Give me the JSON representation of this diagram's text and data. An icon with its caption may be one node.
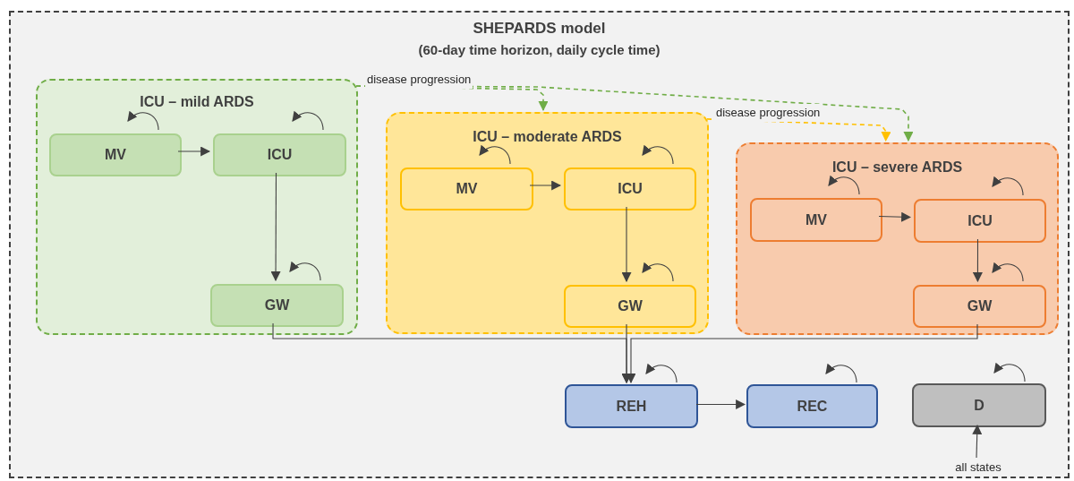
{
  "diagram": {
    "nodes": [
      {
        "text": [
          "SHEPARDS model",
          "(60-day time horizon, daily cycle time)"
        ]
      },
      {
        "text": [
          "ICU – mild ARDS"
        ],
        "in": 0
      },
      {
        "text": [
          "MV"
        ],
        "in": 1
      },
      {
        "text": [
          "ICU"
        ],
        "in": 1
      },
      {
        "text": [
          "GW"
        ],
        "in": 1
      },
      {
        "text": [
          "ICU – moderate ARDS"
        ],
        "in": 0
      },
      {
        "text": [
          "MV"
        ],
        "in": 5
      },
      {
        "text": [
          "ICU"
        ],
        "in": 5
      },
      {
        "text": [
          "GW"
        ],
        "in": 5
      },
      {
        "text": [
          "ICU – severe ARDS"
        ],
        "in": 0
      },
      {
        "text": [
          "MV"
        ],
        "in": 9
      },
      {
        "text": [
          "ICU"
        ],
        "in": 9
      },
      {
        "text": [
          "GW"
        ],
        "in": 9
      },
      {
        "text": [
          "REH"
        ],
        "in": 0
      },
      {
        "text": [
          "REC"
        ],
        "in": 0
      },
      {
        "text": [
          "D"
        ],
        "in": 0
      },
      {
        "text": [
          "all states"
        ],
        "in": 0
      }
    ],
    "edges": [
      {
        "from": 2,
        "to": 3,
        "arrow": "to"
      },
      {
        "from": 3,
        "to": 4,
        "arrow": "to"
      },
      {
        "from": 6,
        "to": 7,
        "arrow": "to"
      },
      {
        "from": 7,
        "to": 8,
        "arrow": "to"
      },
      {
        "from": 10,
        "to": 11,
        "arrow": "to"
      },
      {
        "from": 11,
        "to": 12,
        "arrow": "to"
      },
      {
        "from": 4,
        "to": 13,
        "arrow": "to"
      },
      {
        "from": 8,
        "to": 13,
        "arrow": "to"
      },
      {
        "from": 12,
        "to": 13,
        "arrow": "to"
      },
      {
        "from": 13,
        "to": 14,
        "arrow": "to"
      },
      {
        "from": 16,
        "to": 15,
        "arrow": "to"
      },
      {
        "from": 1,
        "to": 5,
        "arrow": "to",
        "label": "disease progression",
        "style": "dashed",
        "color": "#70ad47"
      },
      {
        "from": 1,
        "to": 9,
        "arrow": "to",
        "style": "dashed",
        "color": "#70ad47"
      },
      {
        "from": 5,
        "to": 9,
        "arrow": "to",
        "label": "disease progression",
        "style": "dashed",
        "color": "#ffc000"
      },
      {
        "from": 2,
        "to": 2,
        "arrow": "to"
      },
      {
        "from": 3,
        "to": 3,
        "arrow": "to"
      },
      {
        "from": 4,
        "to": 4,
        "arrow": "to"
      },
      {
        "from": 6,
        "to": 6,
        "arrow": "to"
      },
      {
        "from": 7,
        "to": 7,
        "arrow": "to"
      },
      {
        "from": 8,
        "to": 8,
        "arrow": "to"
      },
      {
        "from": 10,
        "to": 10,
        "arrow": "to"
      },
      {
        "from": 11,
        "to": 11,
        "arrow": "to"
      },
      {
        "from": 12,
        "to": 12,
        "arrow": "to"
      },
      {
        "from": 13,
        "to": 13,
        "arrow": "to"
      },
      {
        "from": 14,
        "to": 14,
        "arrow": "to"
      },
      {
        "from": 15,
        "to": 15,
        "arrow": "to"
      }
    ]
  }
}
